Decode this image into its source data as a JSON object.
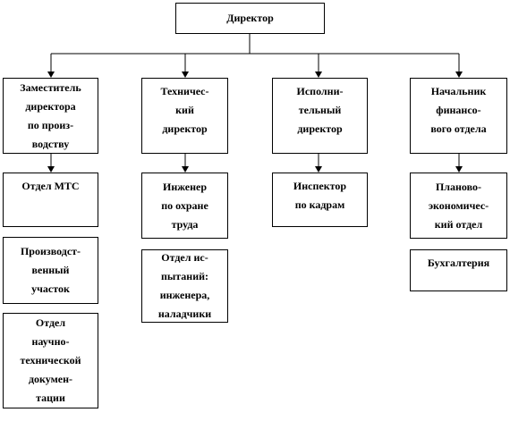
{
  "director": "Директор",
  "deputy": "Заместитель\nдиректора\nпо произ-\nводству",
  "tech_director": "Техничес-\nкий\nдиректор",
  "exec_director": "Исполни-\nтельный\nдиректор",
  "finance_head": "Начальник\nфинансо-\nвого отдела",
  "dept_mts": "Отдел МТС",
  "production_site": "Производст-\nвенный\nучасток",
  "doc_dept": "Отдел\nнаучно-\nтехнической\nдокумен-\nтации",
  "safety_engineer": "Инженер\nпо охране\nтруда",
  "testing_dept": "Отдел ис-\nпытаний:\nинженера,\nналадчики",
  "hr_inspector": "Инспектор\nпо кадрам",
  "planning_dept": "Планово-\nэкономичес-\nкий отдел",
  "accounting": "Бухгалтерия"
}
